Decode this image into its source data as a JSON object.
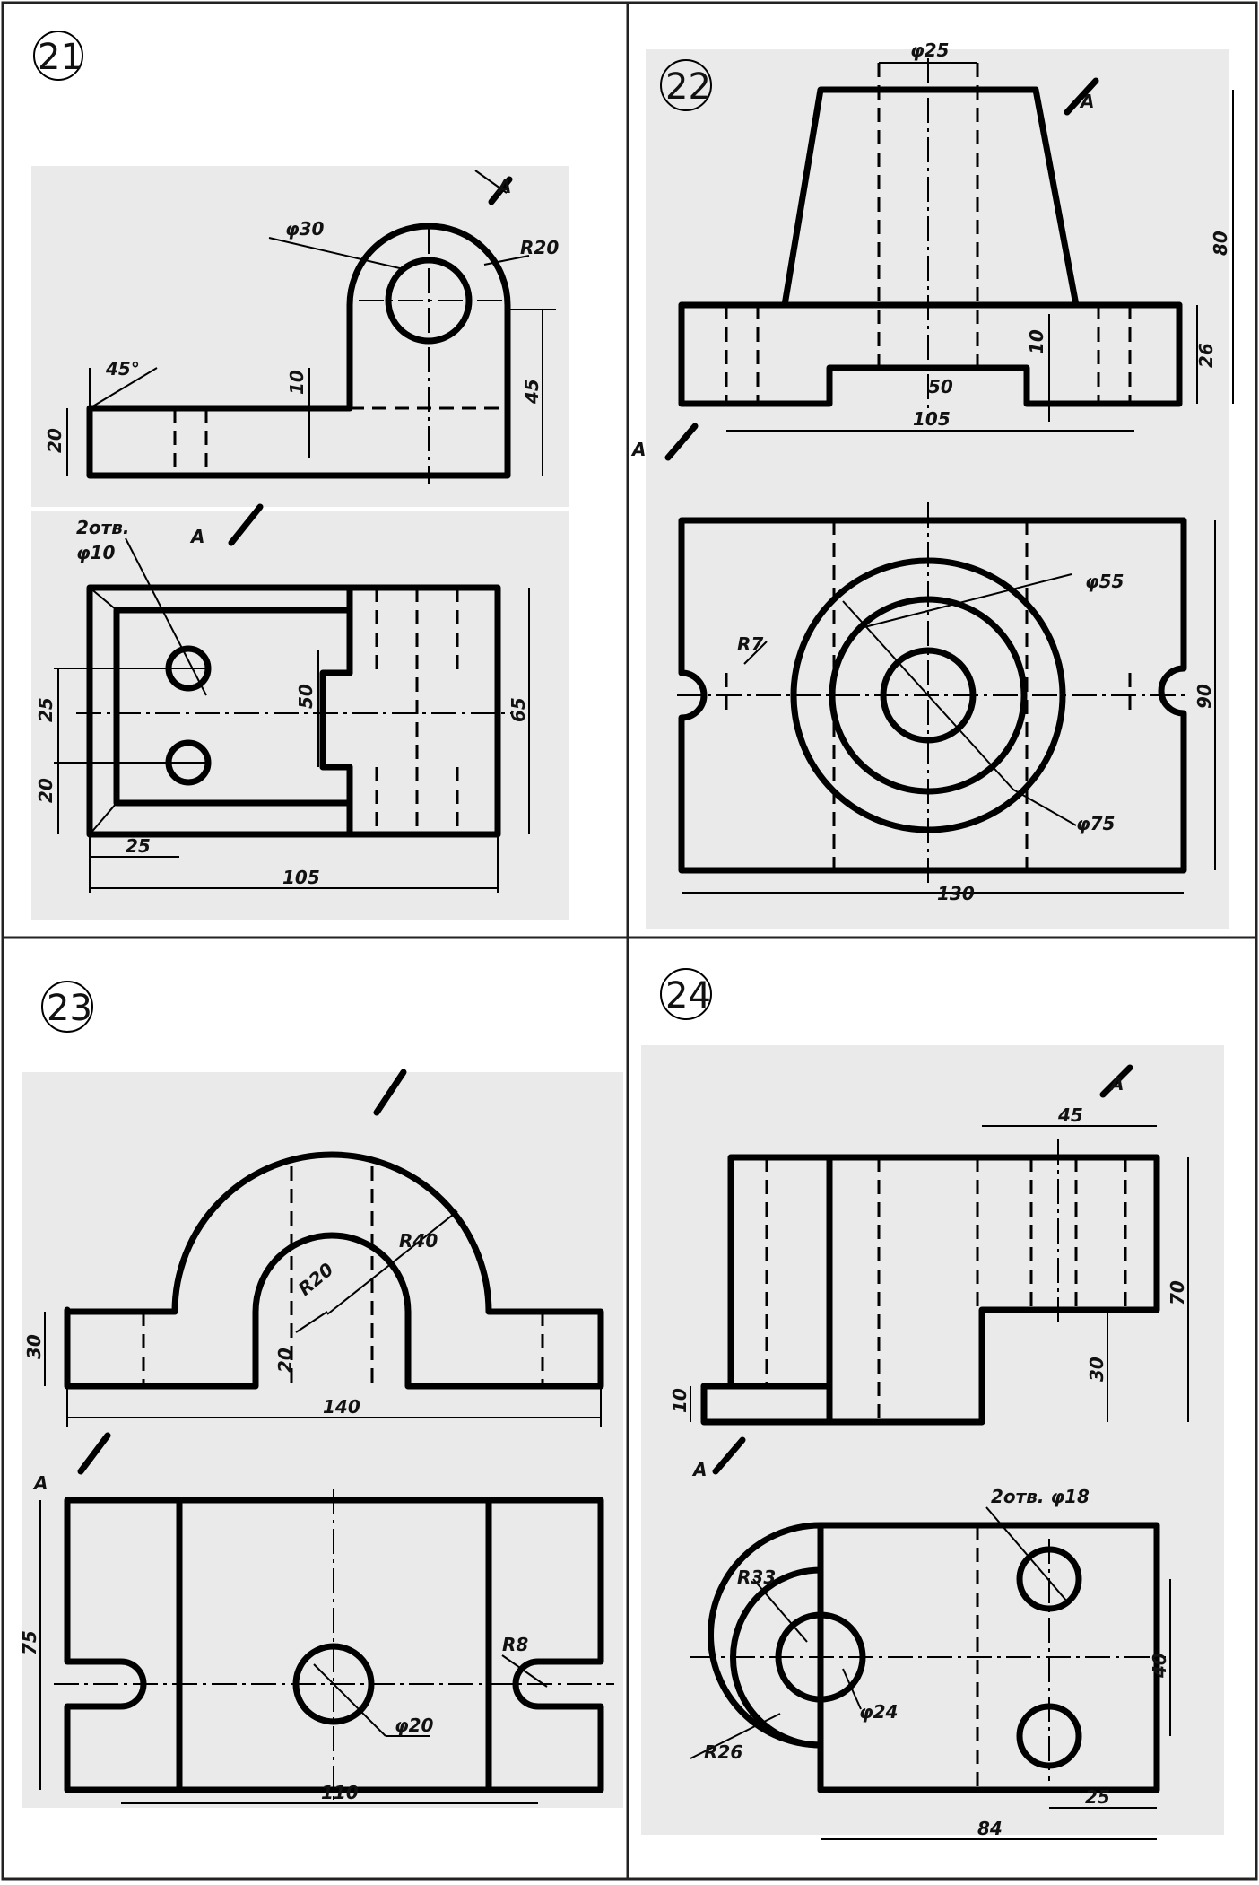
{
  "panels": [
    {
      "number": "21",
      "labels": [
        "A",
        "A",
        "φ30",
        "R20",
        "45°",
        "10",
        "45",
        "20",
        "2отв.",
        "φ10",
        "50",
        "25",
        "20",
        "65",
        "25",
        "105"
      ]
    },
    {
      "number": "22",
      "labels": [
        "φ25",
        "A",
        "80",
        "10",
        "26",
        "50",
        "105",
        "A",
        "R7",
        "φ55",
        "90",
        "φ75",
        "130"
      ]
    },
    {
      "number": "23",
      "labels": [
        "R40",
        "R20",
        "30",
        "20",
        "140",
        "A",
        "R8",
        "75",
        "φ20",
        "110"
      ]
    },
    {
      "number": "24",
      "labels": [
        "A",
        "45",
        "70",
        "30",
        "10",
        "A",
        "2отв. φ18",
        "R33",
        "40",
        "φ24",
        "R26",
        "25",
        "84"
      ]
    }
  ]
}
